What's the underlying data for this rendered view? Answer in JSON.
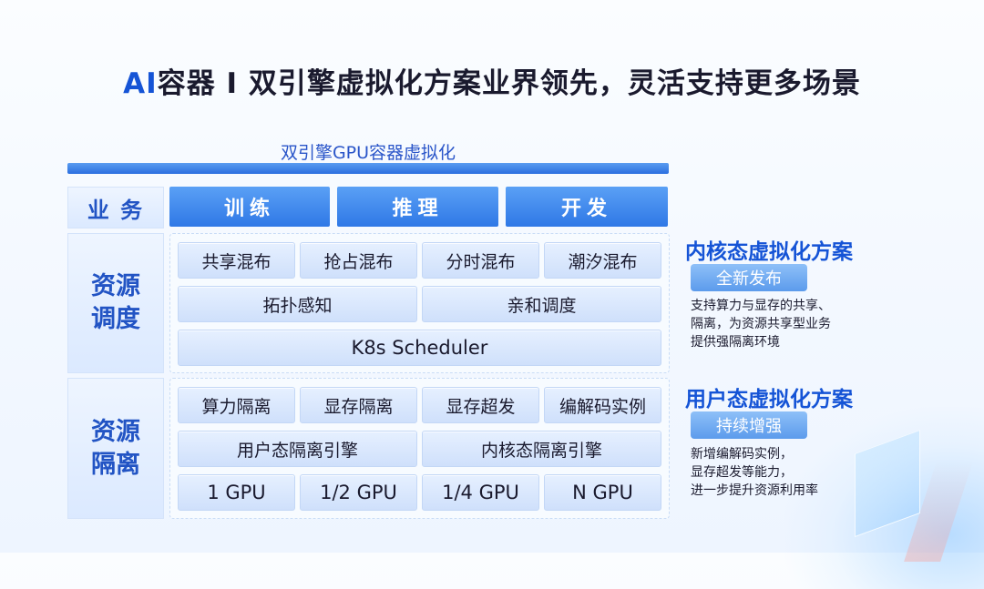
{
  "title": {
    "prefix": "AI",
    "rest": "容器 I 双引擎虚拟化方案业界领先，灵活支持更多场景"
  },
  "subtitle": "双引擎GPU容器虚拟化",
  "rows": {
    "business": {
      "label": "业 务",
      "items": [
        "训练",
        "推理",
        "开发"
      ]
    },
    "scheduling": {
      "label": "资源\n调度",
      "row1": [
        "共享混布",
        "抢占混布",
        "分时混布",
        "潮汐混布"
      ],
      "row2": [
        "拓扑感知",
        "亲和调度"
      ],
      "row3": "K8s Scheduler"
    },
    "isolation": {
      "label": "资源\n隔离",
      "row1": [
        "算力隔离",
        "显存隔离",
        "显存超发",
        "编解码实例"
      ],
      "row2": [
        "用户态隔离引擎",
        "内核态隔离引擎"
      ],
      "row3": [
        "1 GPU",
        "1/2 GPU",
        "1/4 GPU",
        "N GPU"
      ]
    }
  },
  "right": {
    "kernel": {
      "title": "内核态虚拟化方案",
      "badge": "全新发布",
      "desc": [
        "支持算力与显存的共享、",
        "隔离，为资源共享型业务",
        "提供强隔离环境"
      ]
    },
    "user": {
      "title": "用户态虚拟化方案",
      "badge": "持续增强",
      "desc": [
        "新增编解码实例，",
        "显存超发等能力，",
        "进一步提升资源利用率"
      ]
    }
  }
}
